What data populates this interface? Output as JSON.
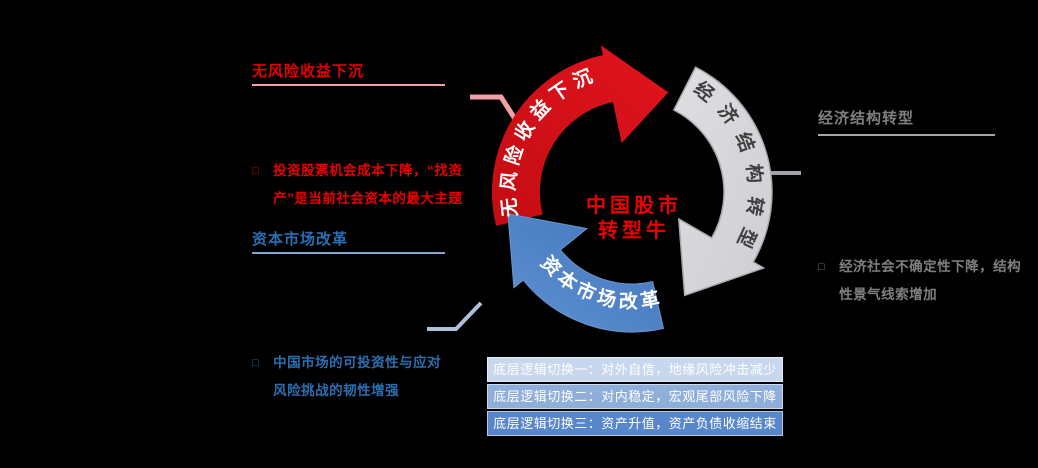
{
  "bullet_char": "□",
  "left_panel": {
    "risk_free": {
      "title": "无风险收益下沉",
      "bullet": "投资股票机会成本下降，“找资产”是当前社会资本的最大主题"
    },
    "capital_market": {
      "title": "资本市场改革",
      "bullet": "中国市场的可投资性与应对风险挑战的韧性增强"
    }
  },
  "right_panel": {
    "economic": {
      "title": "经济结构转型",
      "bullet": "经济社会不确定性下降，结构性景气线索增加"
    }
  },
  "cycle": {
    "center_line1": "中国股市",
    "center_line2": "转型牛",
    "arrows": [
      {
        "label": "无风险收益下沉",
        "color": "#d30f18"
      },
      {
        "label": "经济结构转型",
        "color": "#d9d9dc"
      },
      {
        "label": "资本市场改革",
        "color": "#4b80c4"
      }
    ]
  },
  "logic_bars": [
    {
      "label": "底层逻辑切换一：对外自信，地缘风险冲击减少",
      "color": "#c7d7ed"
    },
    {
      "label": "底层逻辑切换二：对内稳定，宏观尾部风险下降",
      "color": "#8fafda"
    },
    {
      "label": "底层逻辑切换三：资产升值，资产负债收缩结束",
      "color": "#5886cb"
    }
  ],
  "accent_colors": {
    "red": "#e60000",
    "blue": "#2b6fb3",
    "gray": "#7f7f7f",
    "pink_line": "#f0a0a6",
    "light_blue_line": "#7fa8d9"
  }
}
